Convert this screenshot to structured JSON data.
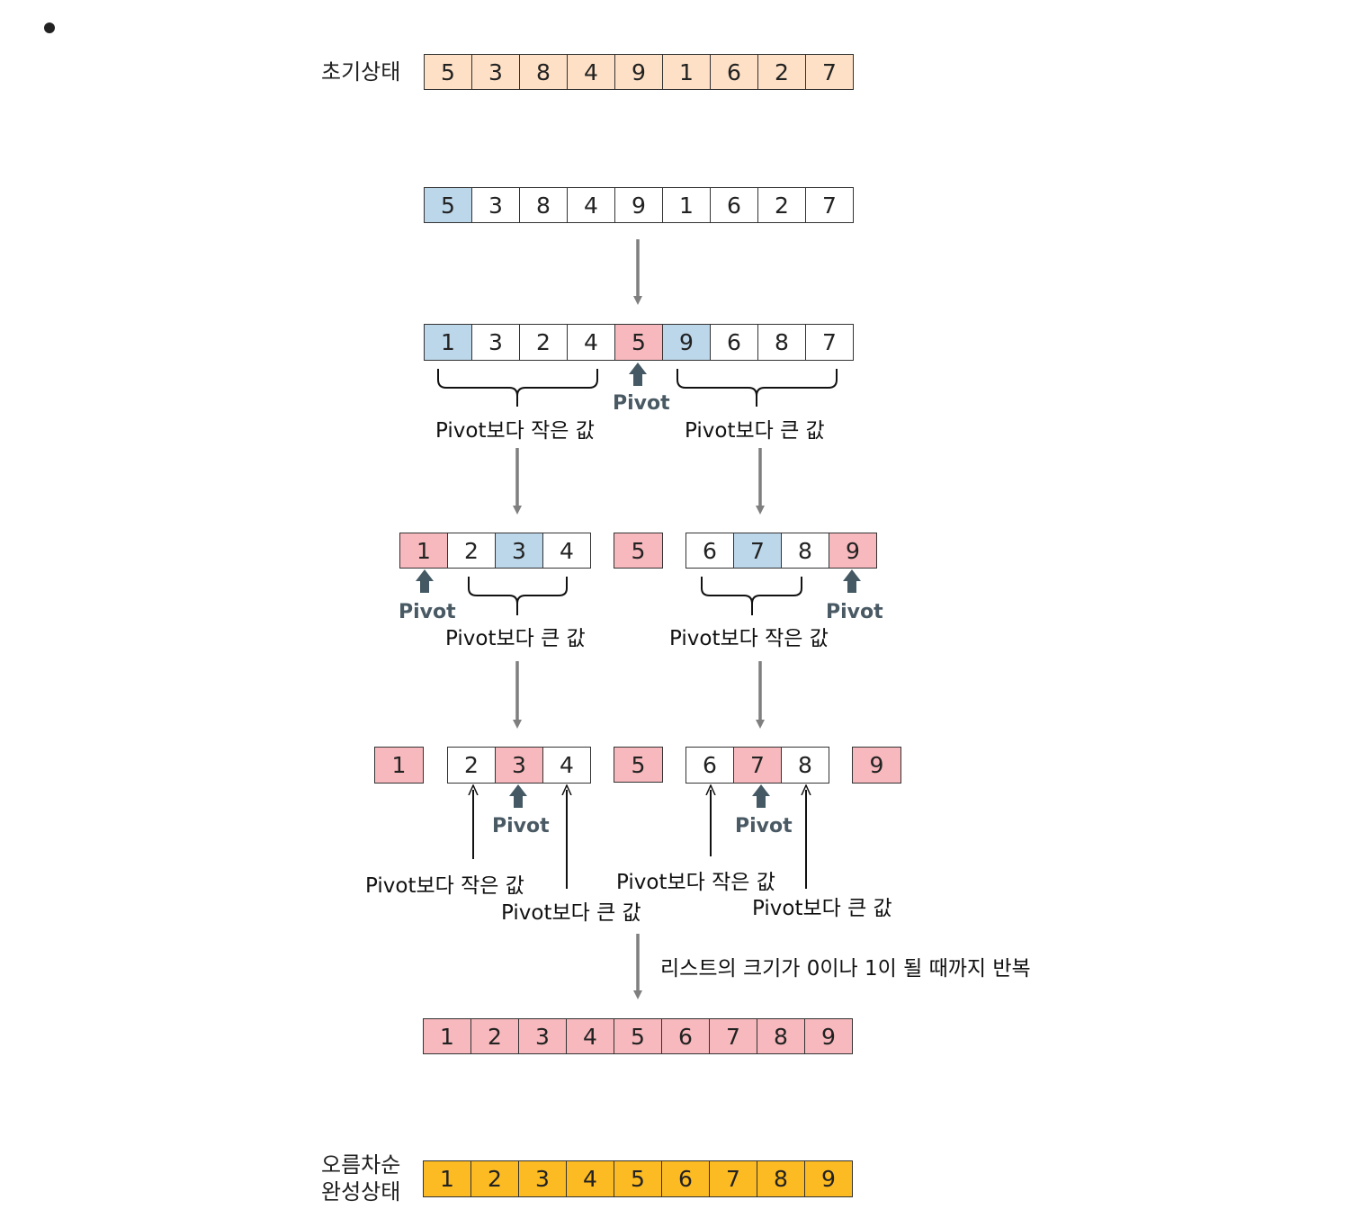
{
  "colors": {
    "initial": "#fde0c5",
    "white": "#ffffff",
    "blue": "#bcd6ea",
    "pink": "#f7b9bd",
    "final": "#fcbb22",
    "arrow_gray": "#7f7f7f",
    "pivot_arrow": "#445963"
  },
  "labels": {
    "initial": "초기상태",
    "final_line1": "오름차순",
    "final_line2": "완성상태",
    "pivot": "Pivot",
    "less": "Pivot보다 작은 값",
    "greater": "Pivot보다 큰 값",
    "repeat": "리스트의 크기가 0이나 1이 될 때까지 반복"
  },
  "rows": {
    "initial": {
      "values": [
        "5",
        "3",
        "8",
        "4",
        "9",
        "1",
        "6",
        "2",
        "7"
      ],
      "colors": [
        "initial",
        "initial",
        "initial",
        "initial",
        "initial",
        "initial",
        "initial",
        "initial",
        "initial"
      ]
    },
    "step1": {
      "values": [
        "5",
        "3",
        "8",
        "4",
        "9",
        "1",
        "6",
        "2",
        "7"
      ],
      "colors": [
        "blue",
        "white",
        "white",
        "white",
        "white",
        "white",
        "white",
        "white",
        "white"
      ]
    },
    "step2": {
      "values": [
        "1",
        "3",
        "2",
        "4",
        "5",
        "9",
        "6",
        "8",
        "7"
      ],
      "colors": [
        "blue",
        "white",
        "white",
        "white",
        "pink",
        "blue",
        "white",
        "white",
        "white"
      ]
    },
    "step3_left": {
      "values": [
        "1",
        "2",
        "3",
        "4"
      ],
      "colors": [
        "pink",
        "white",
        "blue",
        "white"
      ]
    },
    "step3_mid": {
      "values": [
        "5"
      ],
      "colors": [
        "pink"
      ]
    },
    "step3_right": {
      "values": [
        "6",
        "7",
        "8",
        "9"
      ],
      "colors": [
        "white",
        "blue",
        "white",
        "pink"
      ]
    },
    "step4_a": {
      "values": [
        "1"
      ],
      "colors": [
        "pink"
      ]
    },
    "step4_b": {
      "values": [
        "2",
        "3",
        "4"
      ],
      "colors": [
        "white",
        "pink",
        "white"
      ]
    },
    "step4_c": {
      "values": [
        "5"
      ],
      "colors": [
        "pink"
      ]
    },
    "step4_d": {
      "values": [
        "6",
        "7",
        "8"
      ],
      "colors": [
        "white",
        "pink",
        "white"
      ]
    },
    "step4_e": {
      "values": [
        "9"
      ],
      "colors": [
        "pink"
      ]
    },
    "step5": {
      "values": [
        "1",
        "2",
        "3",
        "4",
        "5",
        "6",
        "7",
        "8",
        "9"
      ],
      "colors": [
        "pink",
        "pink",
        "pink",
        "pink",
        "pink",
        "pink",
        "pink",
        "pink",
        "pink"
      ]
    },
    "final": {
      "values": [
        "1",
        "2",
        "3",
        "4",
        "5",
        "6",
        "7",
        "8",
        "9"
      ],
      "colors": [
        "final",
        "final",
        "final",
        "final",
        "final",
        "final",
        "final",
        "final",
        "final"
      ]
    }
  }
}
